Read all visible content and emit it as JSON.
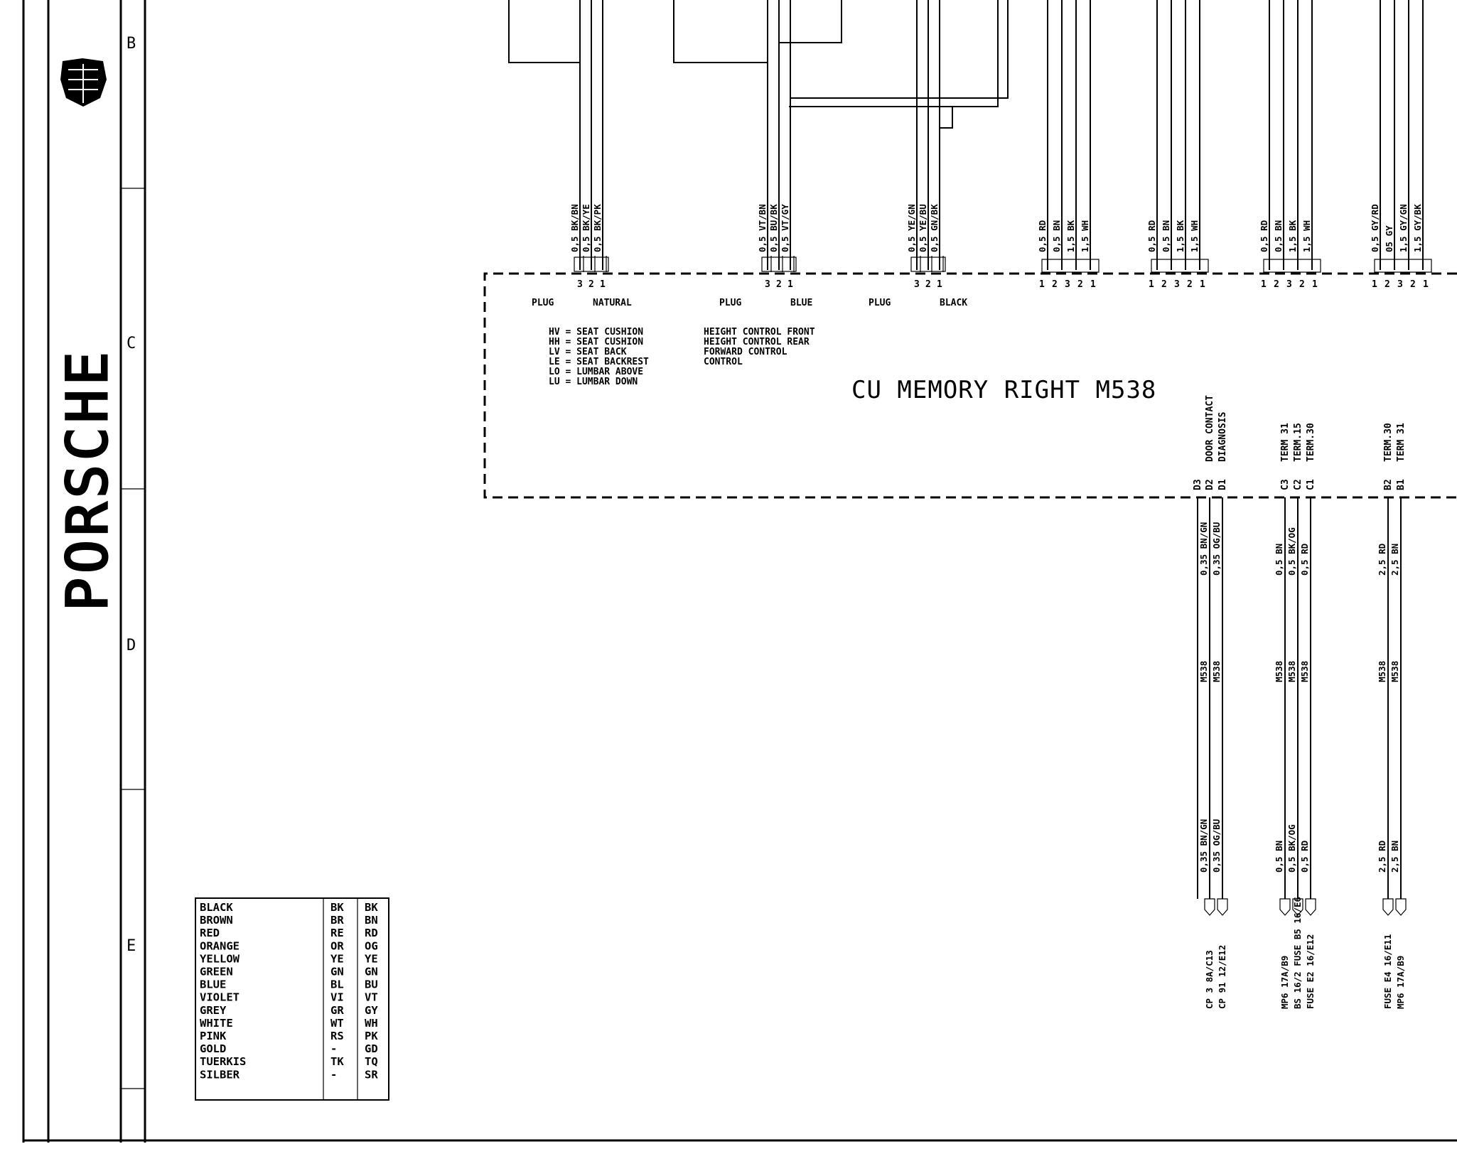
{
  "zone_letters": [
    "B",
    "C",
    "D",
    "E"
  ],
  "brand": "PORSCHE",
  "module_title": "CU MEMORY RIGHT M538",
  "plugs": [
    {
      "label": "PLUG",
      "color": "NATURAL",
      "pins": [
        "3",
        "2",
        "1"
      ],
      "wires": [
        "0,5 BK/BN",
        "0,5 BK/YE",
        "0,5 BK/PK"
      ]
    },
    {
      "label": "PLUG",
      "color": "BLUE",
      "pins": [
        "3",
        "2",
        "1"
      ],
      "wires": [
        "0,5 VT/BN",
        "0,5 BU/BK",
        "0,5 VT/GY"
      ]
    },
    {
      "label": "PLUG",
      "color": "BLACK",
      "pins": [
        "3",
        "2",
        "1"
      ],
      "wires": [
        "0,5 YE/GN",
        "0,5 YE/BU",
        "0,5 GN/BK"
      ]
    }
  ],
  "motor_groups": [
    {
      "pins": [
        "1",
        "2",
        "3",
        "2",
        "1"
      ],
      "wires": [
        "0,5 RD",
        "0,5 BN",
        "1,5 BK",
        "1,5 WH"
      ]
    },
    {
      "pins": [
        "1",
        "2",
        "3",
        "2",
        "1"
      ],
      "wires": [
        "0,5 RD",
        "0,5 BN",
        "1,5 BK",
        "1,5 WH"
      ]
    },
    {
      "pins": [
        "1",
        "2",
        "3",
        "2",
        "1"
      ],
      "wires": [
        "0,5 RD",
        "0,5 BN",
        "1,5 BK",
        "1,5 WH"
      ]
    },
    {
      "pins": [
        "1",
        "2",
        "3",
        "2",
        "1"
      ],
      "wires": [
        "0,5 GY/RD",
        "05 GY",
        "1,5 GY/GN",
        "1,5 GY/BK"
      ]
    }
  ],
  "abbreviations": [
    "HV = SEAT CUSHION",
    "HH = SEAT CUSHION",
    "LV = SEAT BACK",
    "LE = SEAT BACKREST",
    "LO = LUMBAR ABOVE",
    "LU = LUMBAR DOWN"
  ],
  "functions": [
    "HEIGHT CONTROL FRONT",
    "HEIGHT CONTROL REAR",
    "FORWARD CONTROL",
    "CONTROL"
  ],
  "pin_groups": [
    {
      "pins": [
        {
          "id": "D3",
          "desc": "",
          "wire": "",
          "ref": "",
          "bottom": "",
          "dest": ""
        },
        {
          "id": "D2",
          "desc": "DOOR CONTACT",
          "wire": "0,35 BN/GN",
          "ref": "M538",
          "bottom": "0,35 BN/GN",
          "dest": "CP 3  8A/C13"
        },
        {
          "id": "D1",
          "desc": "DIAGNOSIS",
          "wire": "0,35 OG/BU",
          "ref": "M538",
          "bottom": "0,35 OG/BU",
          "dest": "CP 91  12/E12"
        }
      ]
    },
    {
      "pins": [
        {
          "id": "C3",
          "desc": "TERM 31",
          "wire": "0,5 BN",
          "ref": "M538",
          "bottom": "0,5 BN",
          "dest": "MP6  17A/B9"
        },
        {
          "id": "C2",
          "desc": "TERM.15",
          "wire": "0,5 BK/OG",
          "ref": "M538",
          "bottom": "0,5 BK/OG",
          "dest": "BS 16/2 FUSE B5  16/E6"
        },
        {
          "id": "C1",
          "desc": "TERM.30",
          "wire": "0,5 RD",
          "ref": "M538",
          "bottom": "0,5 RD",
          "dest": "FUSE E2  16/E12"
        }
      ]
    },
    {
      "pins": [
        {
          "id": "B2",
          "desc": "TERM.30",
          "wire": "2,5 RD",
          "ref": "M538",
          "bottom": "2,5 RD",
          "dest": "FUSE E4  16/E11"
        },
        {
          "id": "B1",
          "desc": "TERM 31",
          "wire": "2,5 BN",
          "ref": "M538",
          "bottom": "2,5 BN",
          "dest": "MP6  17A/B9"
        }
      ]
    }
  ],
  "color_legend": [
    {
      "name": "BLACK",
      "de": "BK",
      "en": "BK"
    },
    {
      "name": "BROWN",
      "de": "BR",
      "en": "BN"
    },
    {
      "name": "RED",
      "de": "RE",
      "en": "RD"
    },
    {
      "name": "ORANGE",
      "de": "OR",
      "en": "OG"
    },
    {
      "name": "YELLOW",
      "de": "YE",
      "en": "YE"
    },
    {
      "name": "GREEN",
      "de": "GN",
      "en": "GN"
    },
    {
      "name": "BLUE",
      "de": "BL",
      "en": "BU"
    },
    {
      "name": "VIOLET",
      "de": "VI",
      "en": "VT"
    },
    {
      "name": "GREY",
      "de": "GR",
      "en": "GY"
    },
    {
      "name": "WHITE",
      "de": "WT",
      "en": "WH"
    },
    {
      "name": "PINK",
      "de": "RS",
      "en": "PK"
    },
    {
      "name": "GOLD",
      "de": "-",
      "en": "GD"
    },
    {
      "name": "TUERKIS",
      "de": "TK",
      "en": "TQ"
    },
    {
      "name": "SILBER",
      "de": "-",
      "en": "SR"
    }
  ]
}
